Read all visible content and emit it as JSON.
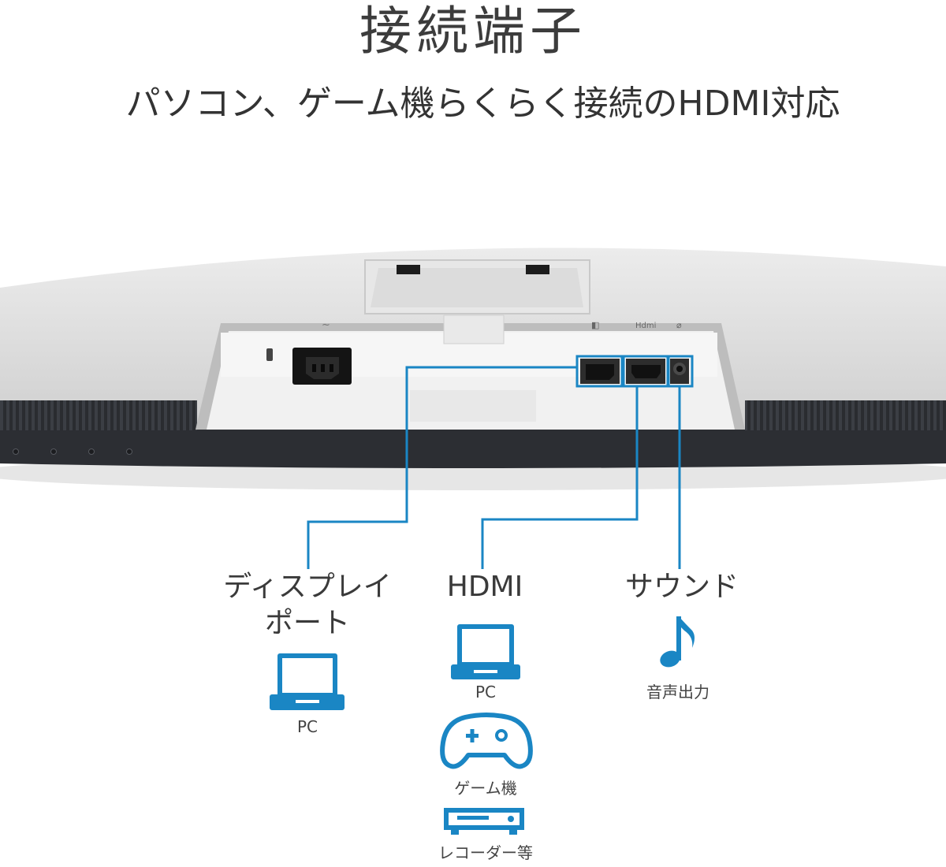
{
  "header": {
    "title": "接続端子",
    "subtitle": "パソコン、ゲーム機らくらく接続のHDMI対応"
  },
  "monitor": {
    "hdmi_port_text": "Hdmi"
  },
  "ports": [
    {
      "label_line1": "ディスプレイ",
      "label_line2": "ポート",
      "devices": [
        {
          "icon": "laptop-icon",
          "caption": "PC"
        }
      ]
    },
    {
      "label_line1": "HDMI",
      "devices": [
        {
          "icon": "laptop-icon",
          "caption": "PC"
        },
        {
          "icon": "gamepad-icon",
          "caption": "ゲーム機"
        },
        {
          "icon": "recorder-icon",
          "caption": "レコーダー等"
        }
      ]
    },
    {
      "label_line1": "サウンド",
      "devices": [
        {
          "icon": "music-note-icon",
          "caption": "音声出力"
        }
      ]
    }
  ],
  "colors": {
    "accent_blue": "#1a86c4",
    "text": "#3a3a3a",
    "bezel": "#2c2e33",
    "shell": "#d9d9d9"
  }
}
